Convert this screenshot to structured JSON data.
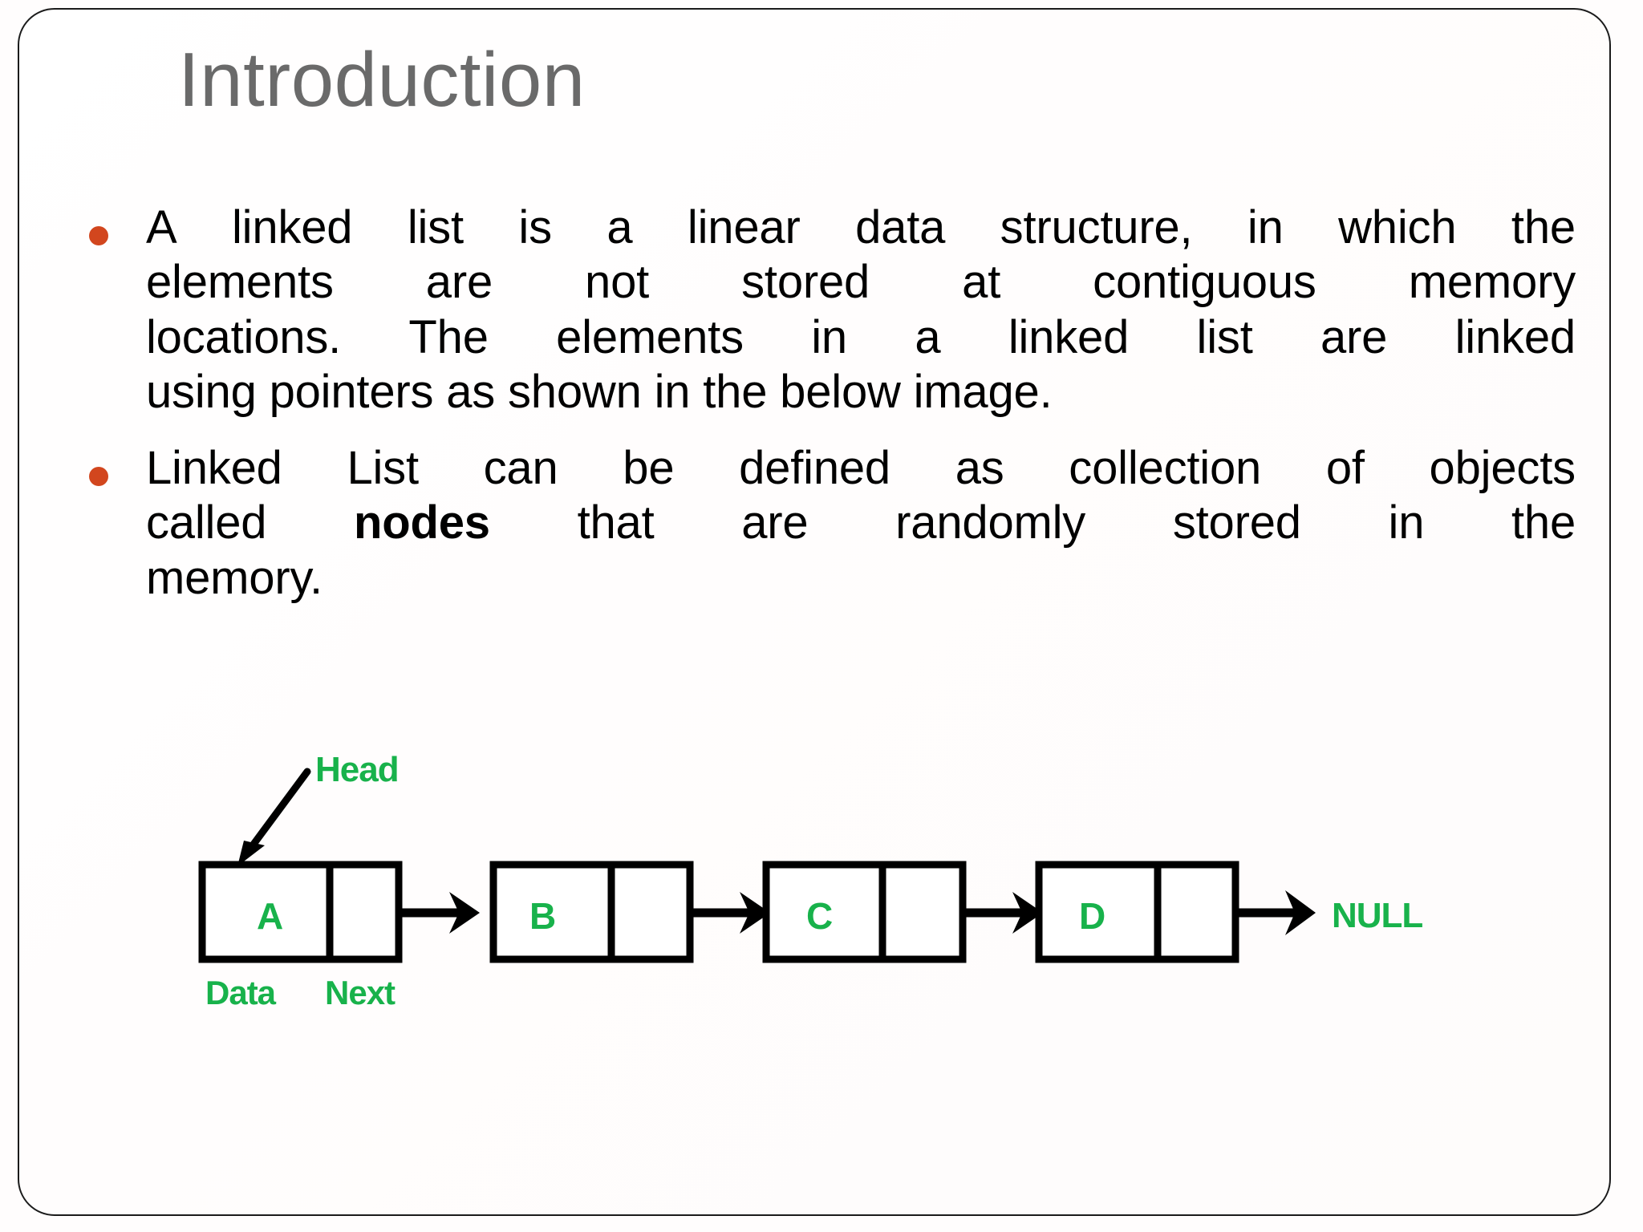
{
  "slide": {
    "title": "Introduction",
    "title_color": "#6a6a6a",
    "bullet_color": "#d2461e",
    "background": "#fffdfd",
    "border_color": "#1b1b1b"
  },
  "bullets": [
    {
      "id": "bullet-1",
      "lines": [
        [
          "A",
          "linked",
          "list",
          "is",
          "a",
          "linear",
          "data",
          "structure,",
          "in",
          "which",
          "the"
        ],
        [
          "elements",
          "are",
          "not",
          "stored",
          "at",
          "contiguous",
          "memory"
        ],
        [
          "locations.",
          "The",
          "elements",
          "in",
          "a",
          "linked",
          "list",
          "are",
          "linked"
        ],
        [
          "using pointers as shown in the below image."
        ]
      ],
      "text": "A linked list is a linear data structure, in which the elements are not stored at contiguous memory locations. The elements in a linked list are linked using pointers as shown in the below image."
    },
    {
      "id": "bullet-2",
      "lines": [
        [
          "Linked",
          "List",
          "can",
          "be",
          "defined",
          "as",
          "collection",
          "of",
          "objects"
        ],
        [
          "called",
          "nodes",
          "that",
          "are",
          "randomly",
          "stored",
          "in",
          "the"
        ],
        [
          "memory."
        ]
      ],
      "text": "Linked List can be defined as collection of objects called nodes that are randomly stored in the memory.",
      "bold_word": "nodes"
    }
  ],
  "diagram": {
    "label_color": "#18b24b",
    "stroke_color": "#000000",
    "head_label": "Head",
    "data_label": "Data",
    "next_label": "Next",
    "null_label": "NULL",
    "nodes": [
      {
        "value": "A"
      },
      {
        "value": "B"
      },
      {
        "value": "C"
      },
      {
        "value": "D"
      }
    ]
  }
}
